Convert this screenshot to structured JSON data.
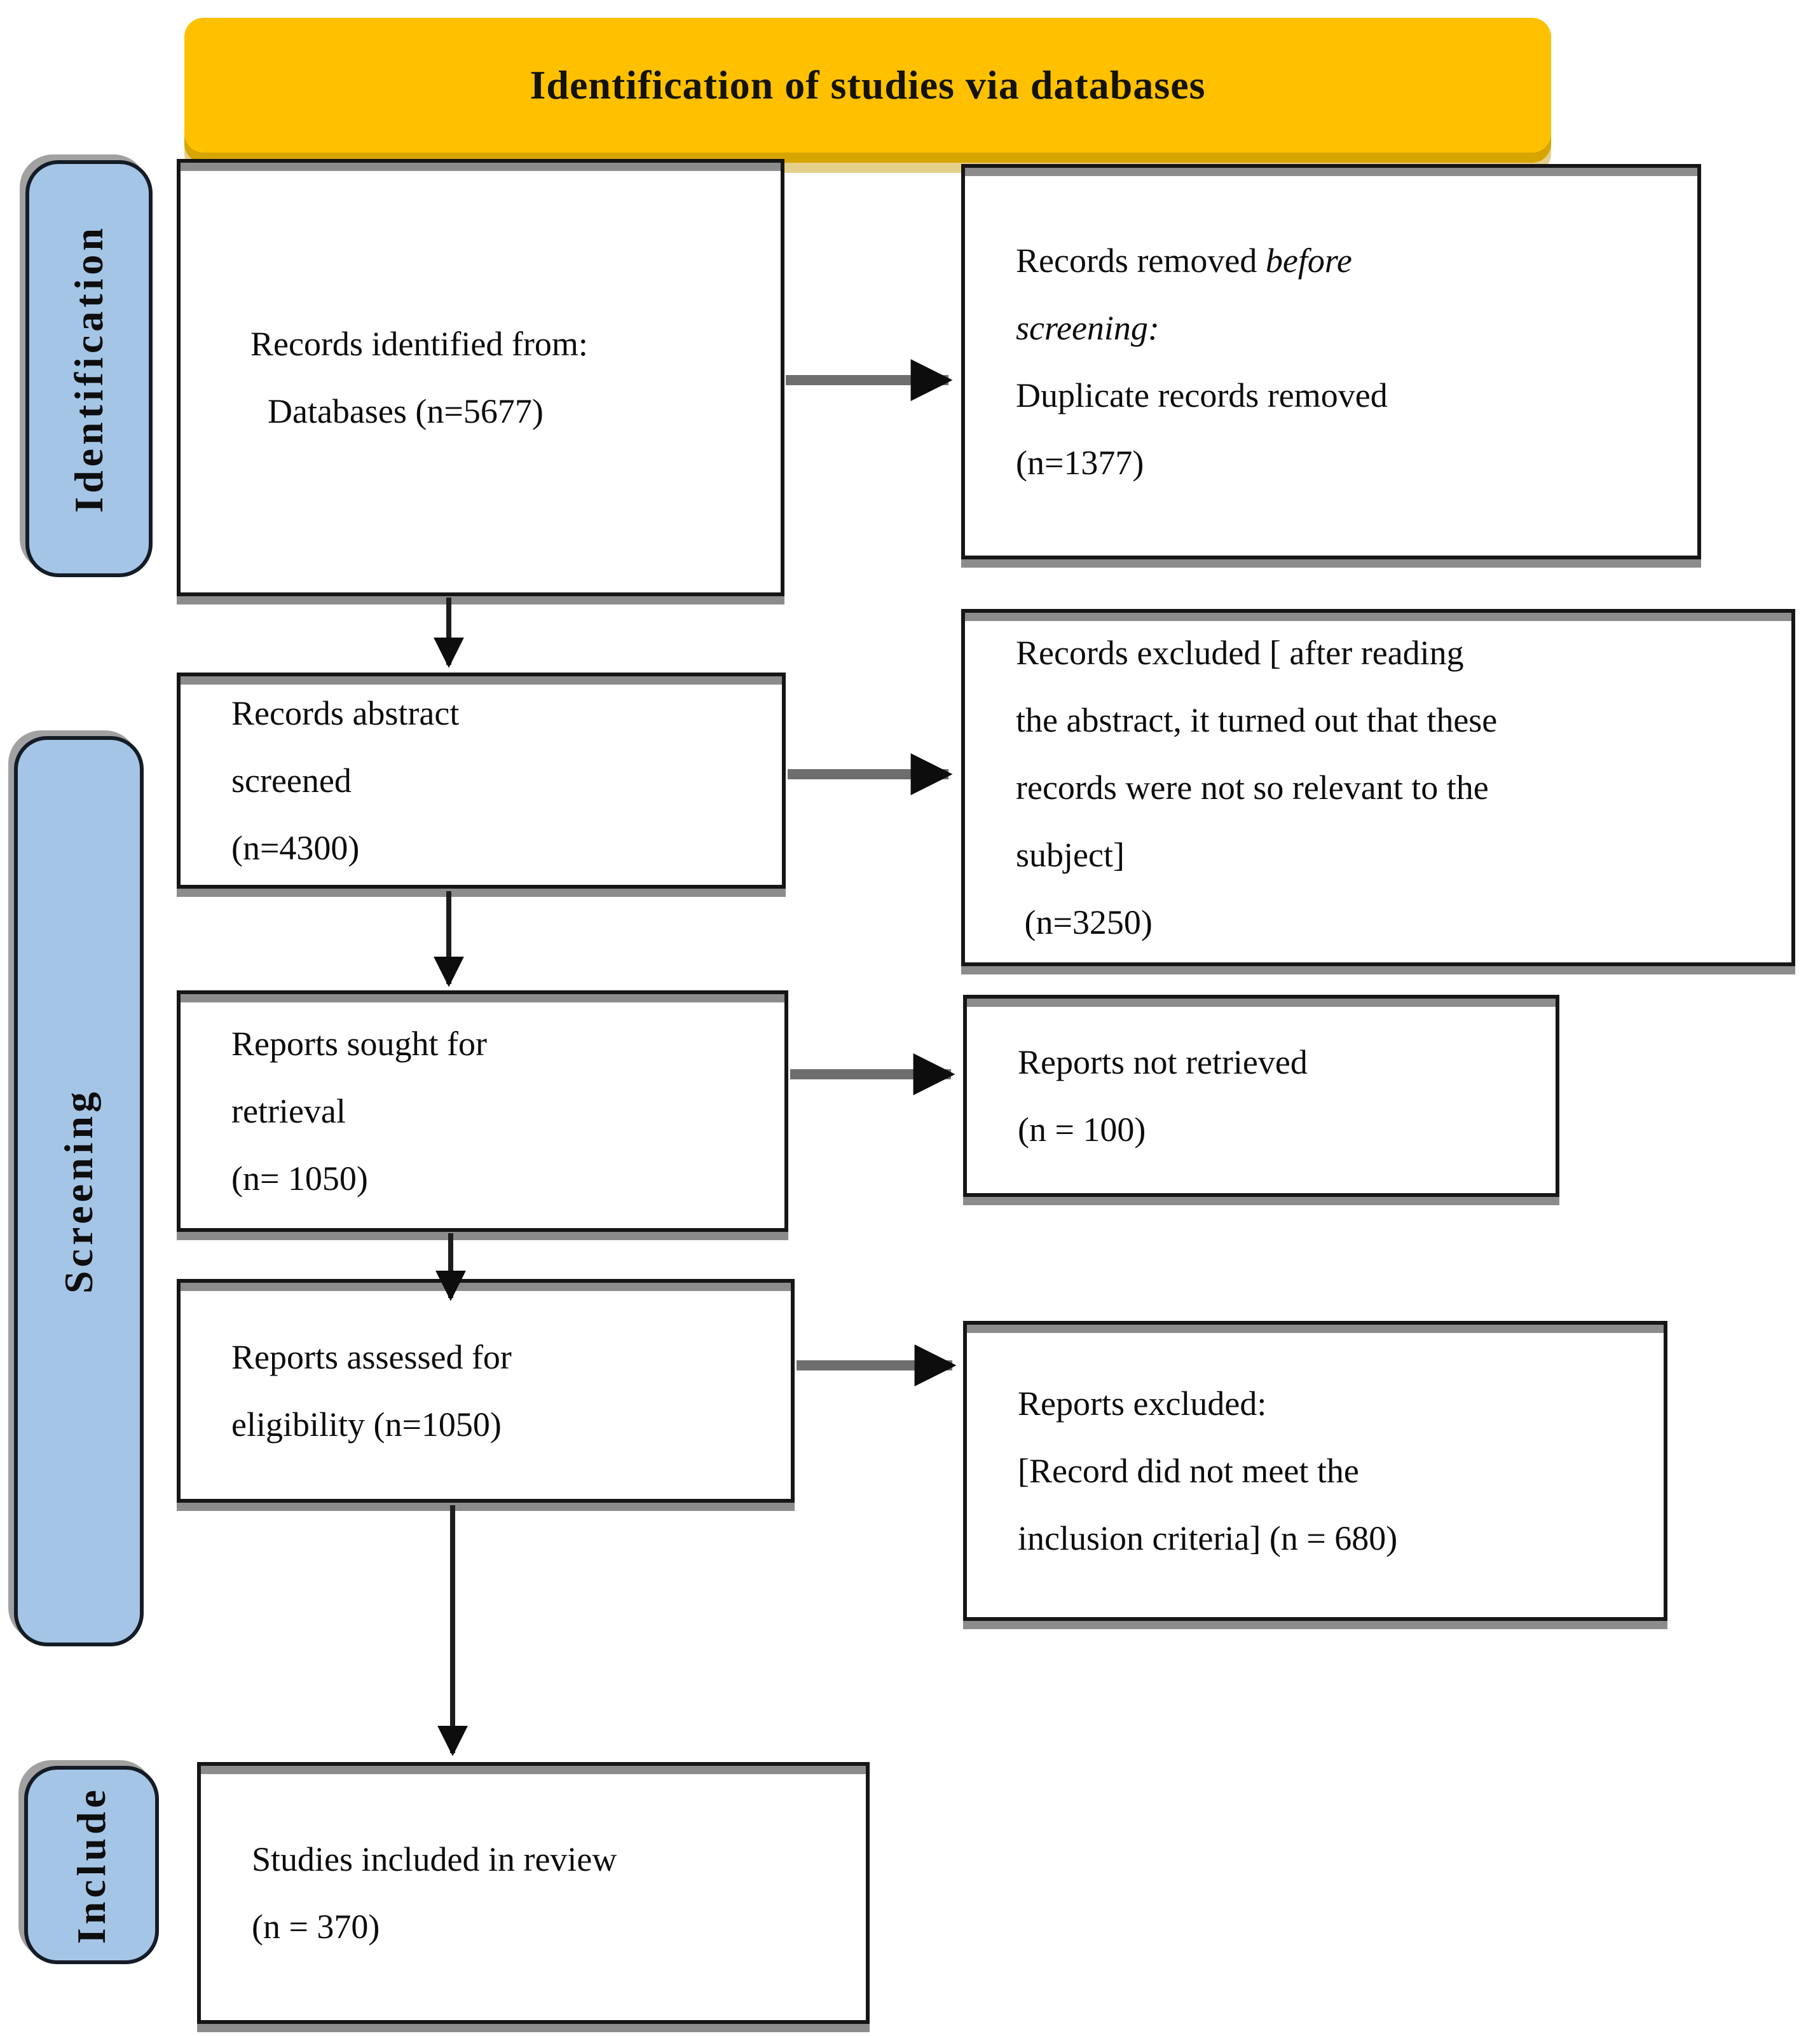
{
  "banner": {
    "title": "Identification of studies via databases"
  },
  "sidebar": {
    "identification": "Identification",
    "screening": "Screening",
    "include": "Include"
  },
  "boxes": {
    "records_identified": {
      "lines": [
        "Records identified from:",
        "  Databases (n=5677)"
      ]
    },
    "records_removed": {
      "pre": "Records removed ",
      "italic_1": "before",
      "italic_2": "screening:",
      "lines_rest": [
        "Duplicate records removed",
        "(n=1377)"
      ]
    },
    "abstract_screened": {
      "lines": [
        "Records abstract",
        "screened",
        "(n=4300)"
      ]
    },
    "records_excluded": {
      "lines": [
        "Records excluded [ after reading",
        "the abstract, it turned out that these",
        "records were not so relevant to the",
        "subject]",
        " (n=3250)"
      ]
    },
    "reports_sought": {
      "lines": [
        "Reports sought for",
        "retrieval",
        "(n= 1050)"
      ]
    },
    "reports_not_retrieved": {
      "lines": [
        "Reports not retrieved",
        "(n = 100)"
      ]
    },
    "reports_assessed": {
      "lines": [
        "Reports assessed for",
        "eligibility (n=1050)"
      ]
    },
    "reports_excluded": {
      "lines": [
        "Reports excluded:",
        "[Record did not meet the",
        "inclusion criteria] (n = 680)"
      ]
    },
    "studies_included": {
      "lines": [
        "Studies included in review",
        "(n = 370)"
      ]
    }
  },
  "colors": {
    "banner_bg": "#ffc000",
    "banner_shadow1": "#d7a500",
    "banner_shadow2": "#e6cf8a",
    "pill_bg": "#a5c5e6",
    "box_border": "#161616",
    "shadow_gray": "#8c8c8c",
    "arrow_gray": "#6e6e6e",
    "arrow_black": "#1d1d1d"
  }
}
